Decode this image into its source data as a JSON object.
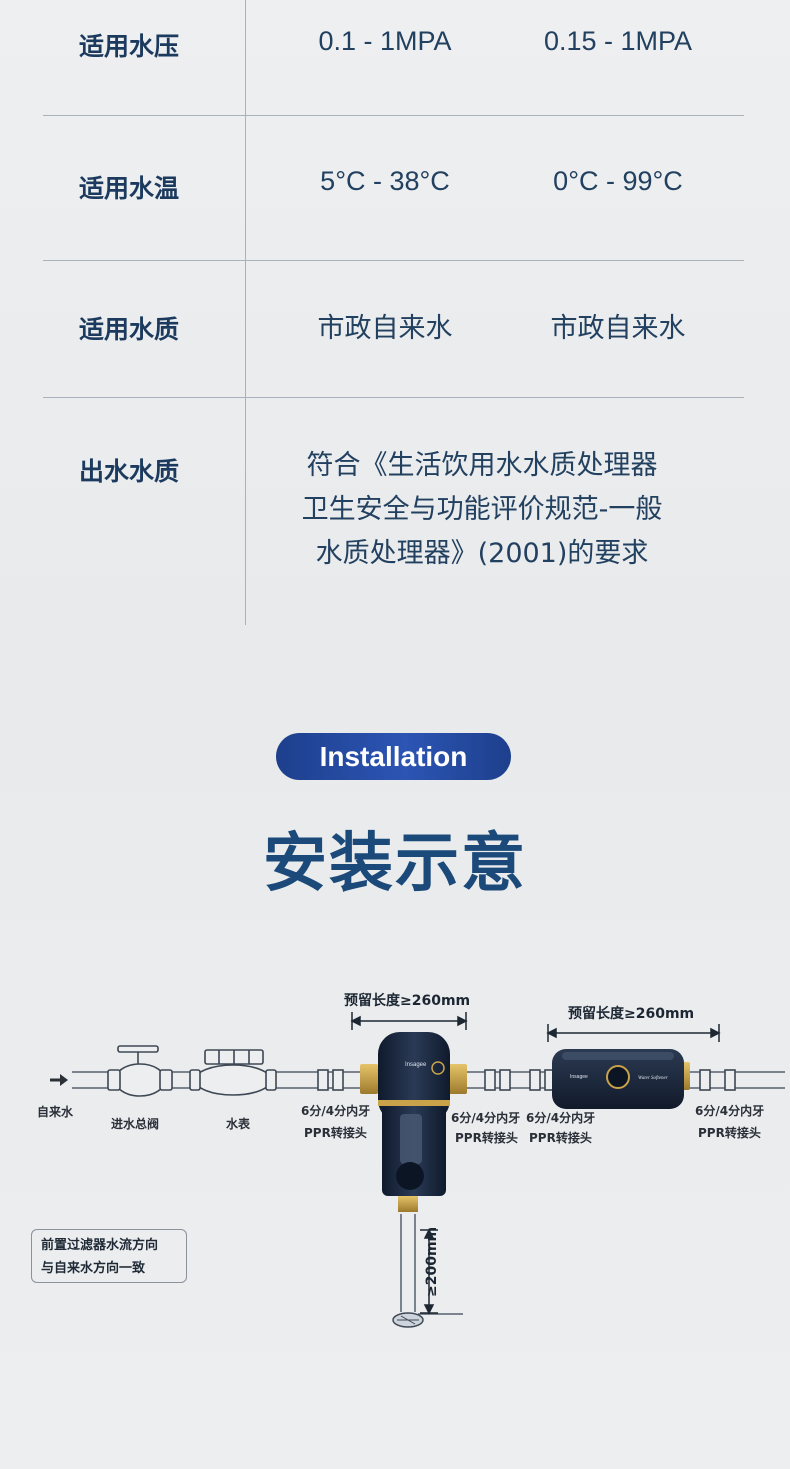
{
  "spec": {
    "rows": [
      {
        "label": "适用水压",
        "v1": "0.1 - 1MPA",
        "v2": "0.15 - 1MPA"
      },
      {
        "label": "适用水温",
        "v1": "5°C - 38°C",
        "v2": "0°C - 99°C"
      },
      {
        "label": "适用水质",
        "v1": "市政自来水",
        "v2": "市政自来水"
      }
    ],
    "last_row": {
      "label": "出水水质",
      "lines": [
        "符合《生活饮用水水质处理器",
        "卫生安全与功能评价规范-一般",
        "水质处理器》(2001)的要求"
      ]
    }
  },
  "install": {
    "pill": "Installation",
    "title": "安装示意"
  },
  "diagram": {
    "dim1": "预留长度≥260mm",
    "dim2": "预留长度≥260mm",
    "dim_vertical": "≥200mm",
    "labels": {
      "tap_water": "自来水",
      "main_valve": "进水总阀",
      "meter": "水表",
      "fitting_a1": "6分/4分内牙",
      "fitting_a2": "PPR转接头",
      "fitting_b1": "6分/4分内牙",
      "fitting_b2": "PPR转接头",
      "fitting_c1": "6分/4分内牙",
      "fitting_c2": "PPR转接头",
      "fitting_d1": "6分/4分内牙",
      "fitting_d2": "PPR转接头"
    },
    "filter_brand": "Insagee",
    "softener_brand": "Insagee",
    "softener_text": "Water Softener",
    "note_line1": "前置过滤器水流方向",
    "note_line2": "与自来水方向一致",
    "colors": {
      "pipe": "#4a5563",
      "device": "#1d2a3e",
      "brass": "#c9a24a",
      "accent": "#1b4a7a"
    }
  }
}
